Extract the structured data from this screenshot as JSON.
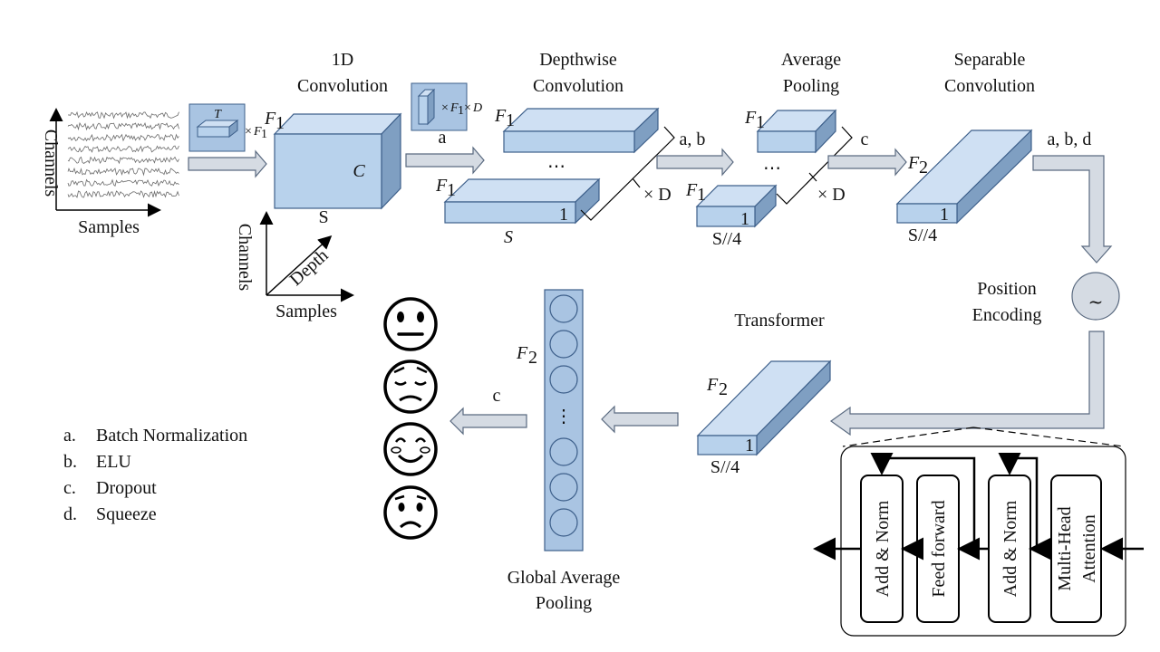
{
  "input": {
    "channels": "Channels",
    "samples": "Samples"
  },
  "conv1d": {
    "title1": "1D",
    "title2": "Convolution",
    "filter_T": "T",
    "filter_times": "×",
    "F1": "F",
    "sub1": "1",
    "C": "C",
    "S": "S"
  },
  "axes3d": {
    "channels": "Channels",
    "depth": "Depth",
    "samples": "Samples"
  },
  "depthwise": {
    "title1": "Depthwise",
    "title2": "Convolution",
    "filter_times": "×",
    "filter_D": "D",
    "a": "a",
    "dots": "⋯",
    "F1": "F",
    "sub1": "1",
    "one": "1",
    "S": "S",
    "xD": "× D"
  },
  "avgpool": {
    "title1": "Average",
    "title2": "Pooling",
    "ab": "a, b",
    "dots": "⋯",
    "F1": "F",
    "sub1": "1",
    "one": "1",
    "S4": "S//4",
    "xD": "× D"
  },
  "sepconv": {
    "title1": "Separable",
    "title2": "Convolution",
    "c": "c",
    "F2": "F",
    "sub2": "2",
    "one": "1",
    "S4": "S//4",
    "abd": "a, b, d"
  },
  "position_encoding": {
    "line1": "Position",
    "line2": "Encoding",
    "symbol": "~"
  },
  "transformer": {
    "title": "Transformer",
    "F2": "F",
    "sub2": "2",
    "one": "1",
    "S4": "S//4",
    "blocks": [
      "Add & Norm",
      "Feed forward",
      "Add & Norm",
      "Multi-Head",
      "Attention"
    ]
  },
  "gap": {
    "title1": "Global Average",
    "title2": "Pooling",
    "F2": "F",
    "sub2": "2",
    "dots": "⋮",
    "c": "c"
  },
  "legend": [
    {
      "key": "a.",
      "text": "Batch Normalization"
    },
    {
      "key": "b.",
      "text": "ELU"
    },
    {
      "key": "c.",
      "text": "Dropout"
    },
    {
      "key": "d.",
      "text": "Squeeze"
    }
  ],
  "emotions": [
    "neutral-face-icon",
    "sad-face-icon",
    "happy-face-icon",
    "fear-face-icon"
  ],
  "colors": {
    "box_front": "#b8d2ec",
    "box_top": "#cfe0f3",
    "box_side": "#7f9fc2",
    "box_stroke": "#3d5f8a",
    "arrow_fill": "#d5dbe3",
    "arrow_stroke": "#5a6a80"
  }
}
